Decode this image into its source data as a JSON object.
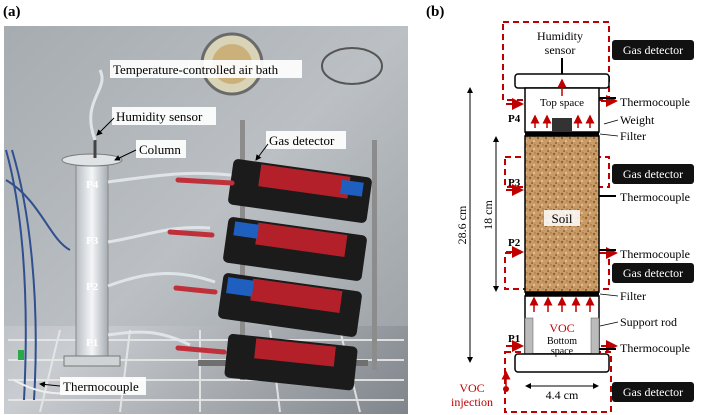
{
  "panel_a": {
    "label": "(a)",
    "labels": {
      "air_bath": "Temperature-controlled air bath",
      "humidity_sensor": "Humidity sensor",
      "column": "Column",
      "gas_detector": "Gas detector",
      "thermocouple": "Thermocouple",
      "p4": "P4",
      "p3": "P3",
      "p2": "P2",
      "p1": "P1"
    }
  },
  "panel_b": {
    "label": "(b)",
    "labels": {
      "humidity_sensor_1": "Humidity",
      "humidity_sensor_2": "sensor",
      "gas_detector_top": "Gas detector",
      "top_space": "Top space",
      "thermocouple_top": "Thermocouple",
      "weight": "Weight",
      "filter_top": "Filter",
      "gas_detector_mid": "Gas detector",
      "thermocouple_mid1": "Thermocouple",
      "soil": "Soil",
      "thermocouple_mid2": "Thermocouple",
      "gas_detector_low": "Gas detector",
      "filter_bottom": "Filter",
      "voc": "VOC",
      "bottom_space_1": "Bottom",
      "bottom_space_2": "space",
      "support_rod": "Support rod",
      "thermocouple_bottom": "Thermocouple",
      "gas_detector_bottom": "Gas detector",
      "voc_injection_1": "VOC",
      "voc_injection_2": "injection",
      "height_total": "28.6 cm",
      "height_soil": "18 cm",
      "width": "4.4 cm",
      "p4": "P4",
      "p3": "P3",
      "p2": "P2",
      "p1": "P1"
    }
  },
  "colors": {
    "red": "#c00000",
    "detector_box": "#111111",
    "soil": "#c89a66"
  }
}
